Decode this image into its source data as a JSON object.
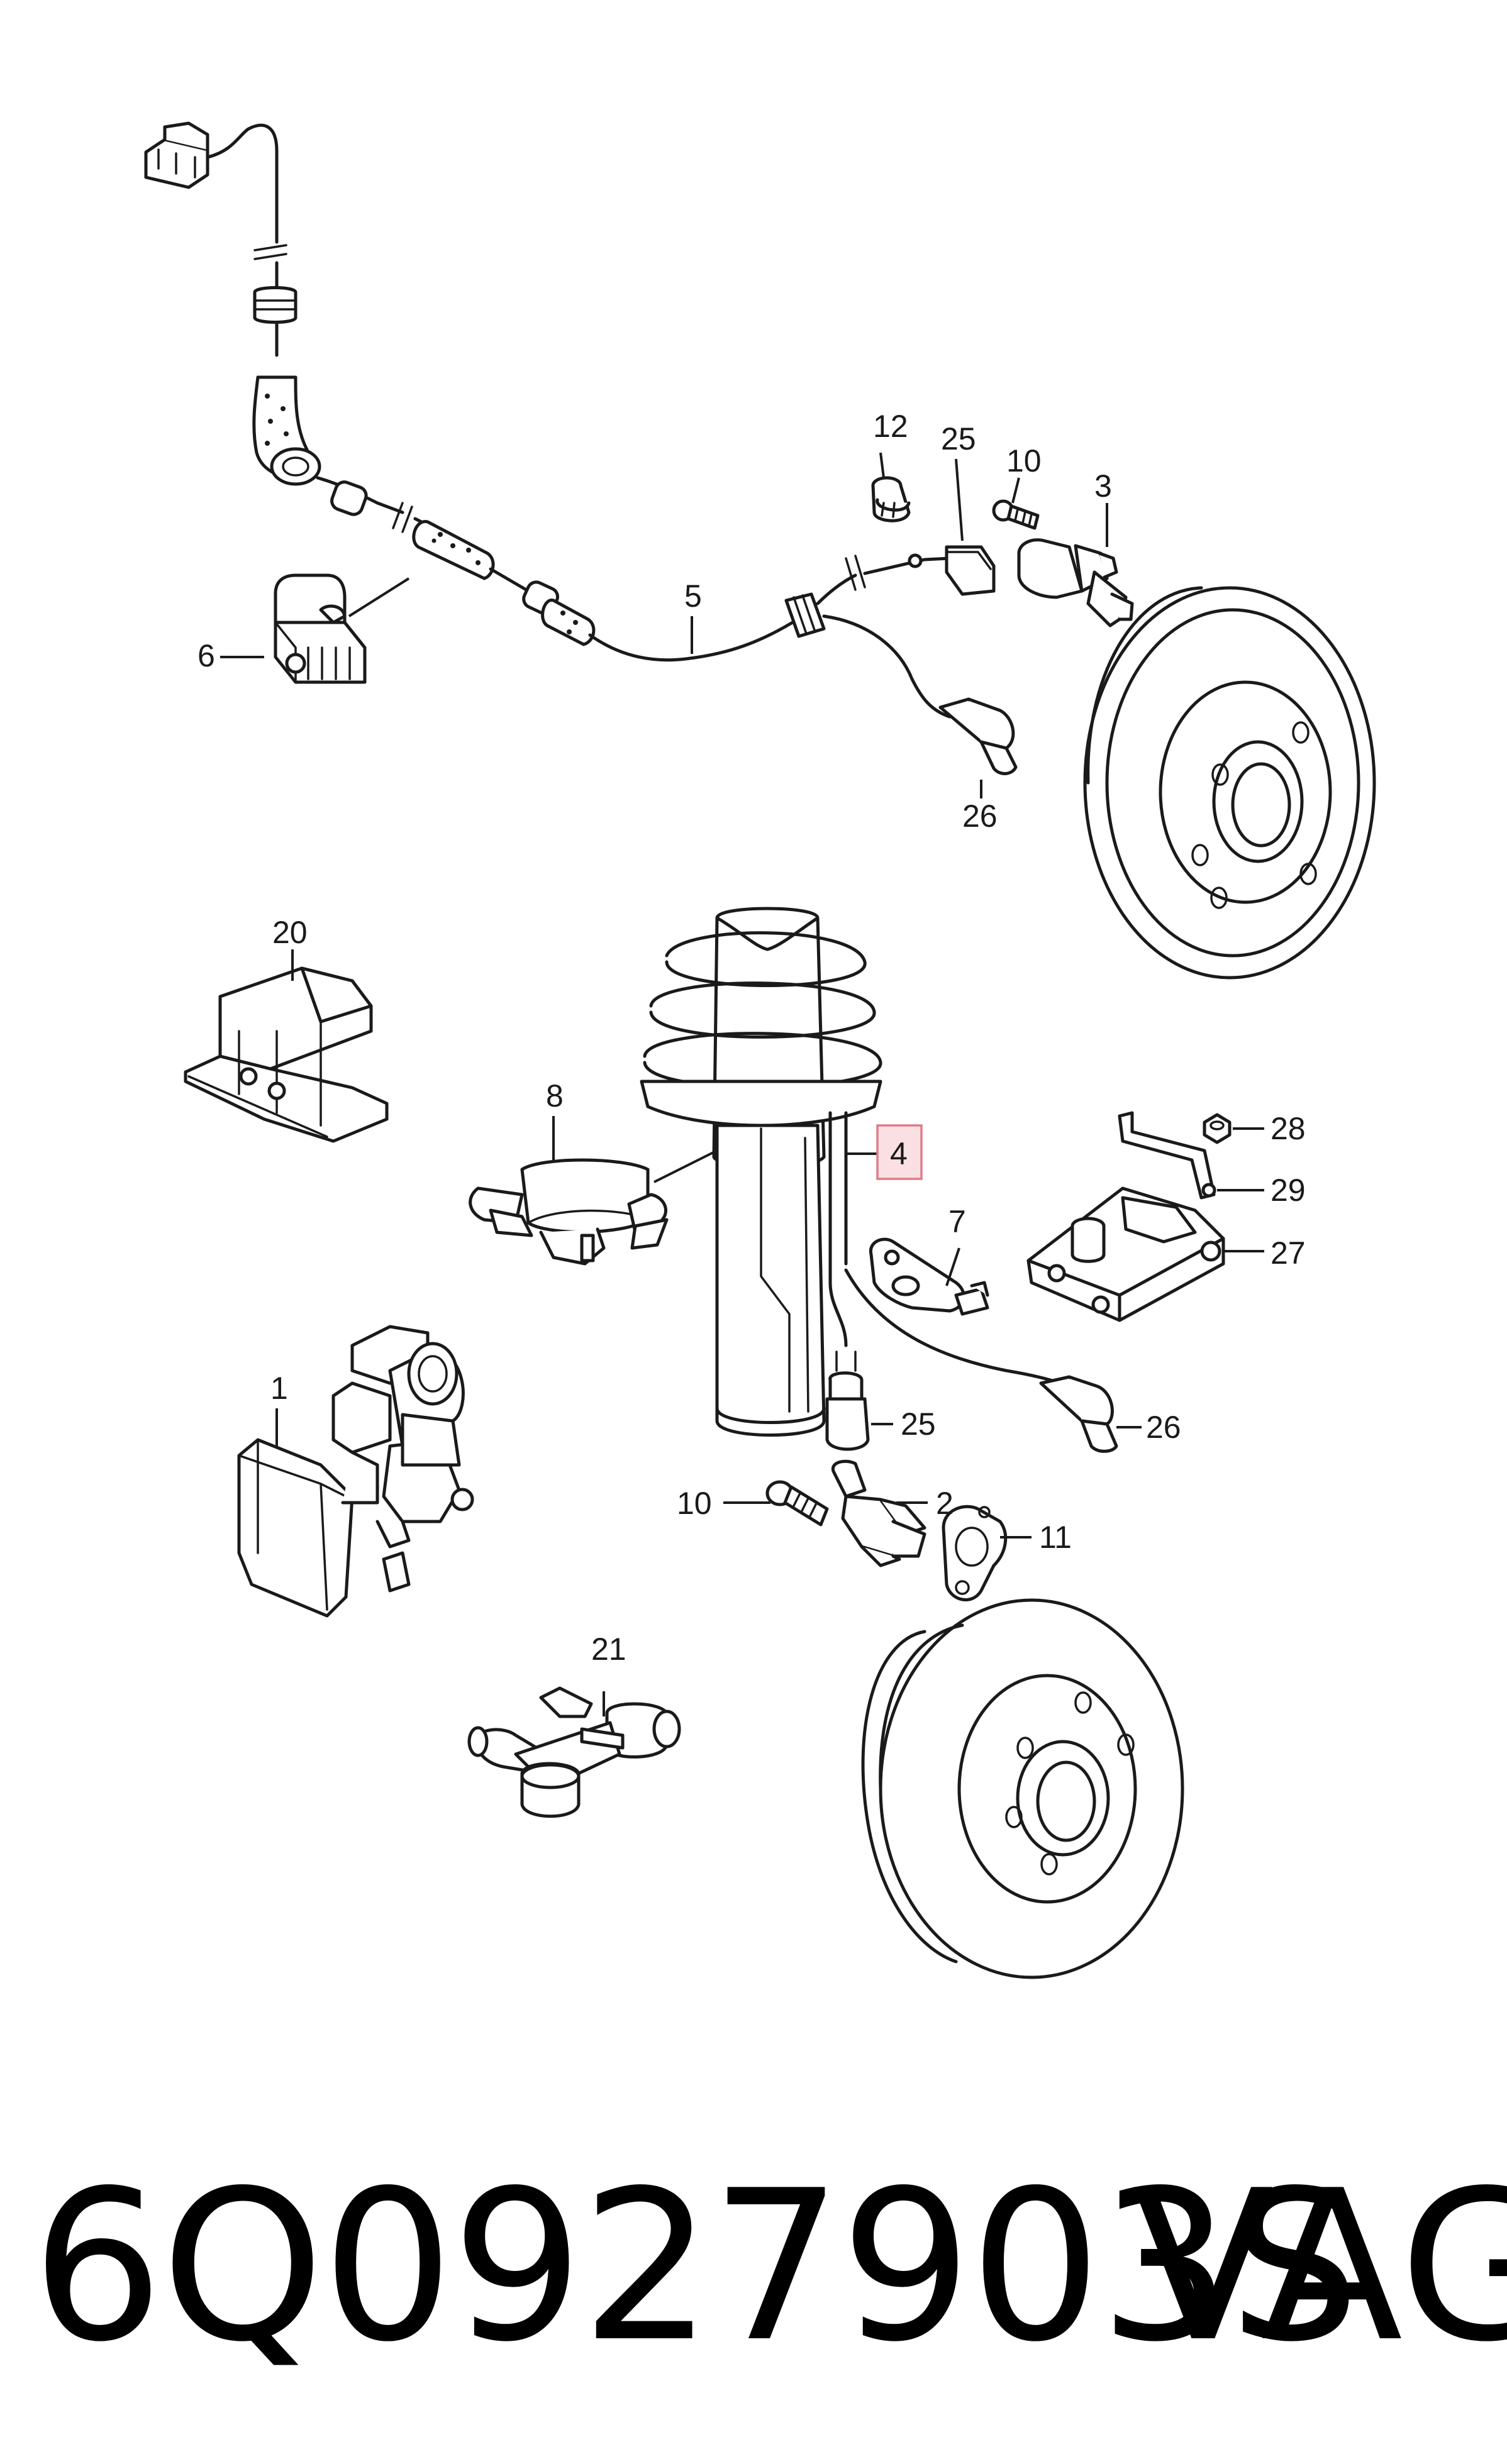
{
  "callouts": {
    "c12": "12",
    "c25a": "25",
    "c10a": "10",
    "c3": "3",
    "c5": "5",
    "c6": "6",
    "c26a": "26",
    "c20": "20",
    "c8": "8",
    "c4": "4",
    "c28": "28",
    "c29": "29",
    "c27": "27",
    "c7": "7",
    "c1": "1",
    "c25b": "25",
    "c26b": "26",
    "c10b": "10",
    "c2": "2",
    "c11": "11",
    "c21": "21"
  },
  "highlighted_callout": "4",
  "highlight_color": "#fbe0e3",
  "footer": {
    "part_number": "6Q0927903S",
    "brand": "VAG"
  }
}
